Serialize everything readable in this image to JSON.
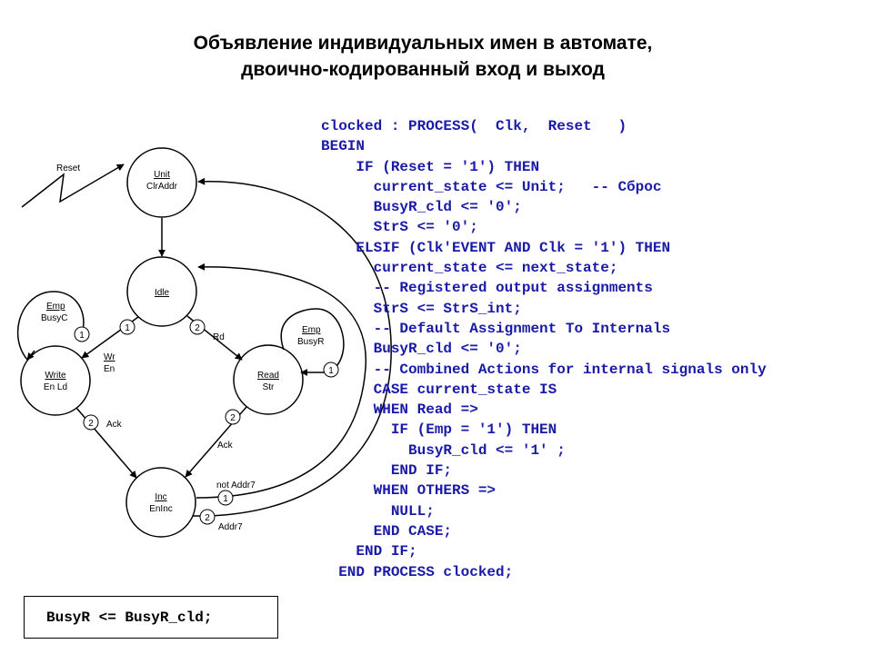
{
  "title": {
    "line1": "Объявление индивидуальных имен в автомате,",
    "line2": "двоично-кодированный вход и выход"
  },
  "diagram": {
    "reset_label": "Reset",
    "states": {
      "unit": {
        "name": "Unit",
        "output": "ClrAddr"
      },
      "idle": {
        "name": "Idle"
      },
      "write": {
        "name": "Write",
        "output": "En Ld"
      },
      "read": {
        "name": "Read",
        "output": "Str"
      },
      "inc": {
        "name": "Inc",
        "output": "EnInc"
      }
    },
    "transitions": {
      "idle_write": {
        "priority": "1",
        "condition": "Wr",
        "action": "En"
      },
      "idle_read": {
        "priority": "2",
        "condition": "Rd"
      },
      "write_self": {
        "priority": "1",
        "condition": "Emp",
        "action": "BusyC"
      },
      "read_self": {
        "priority": "1",
        "condition": "Emp",
        "action": "BusyR"
      },
      "write_inc": {
        "priority": "2",
        "condition": "Ack"
      },
      "read_inc": {
        "priority": "2",
        "condition": "Ack"
      },
      "inc_idle": {
        "priority": "1",
        "condition": "not Addr7"
      },
      "inc_unit": {
        "priority": "2",
        "condition": "Addr7"
      }
    }
  },
  "code": {
    "lines": [
      "clocked : PROCESS(  Clk,  Reset   )",
      "BEGIN",
      "    IF (Reset = '1') THEN",
      "      current_state <= Unit;   -- Сброс",
      "      BusyR_cld <= '0';",
      "      StrS <= '0';",
      "    ELSIF (Clk'EVENT AND Clk = '1') THEN",
      "      current_state <= next_state;",
      "      -- Registered output assignments",
      "      StrS <= StrS_int;",
      "      -- Default Assignment To Internals",
      "      BusyR_cld <= '0';",
      "      -- Combined Actions for internal signals only",
      "      CASE current_state IS",
      "      WHEN Read =>",
      "        IF (Emp = '1') THEN",
      "          BusyR_cld <= '1' ;",
      "        END IF;",
      "      WHEN OTHERS =>",
      "        NULL;",
      "      END CASE;",
      "    END IF;",
      "  END PROCESS clocked;"
    ]
  },
  "bottom_box": {
    "text": "BusyR <= BusyR_cld;"
  }
}
